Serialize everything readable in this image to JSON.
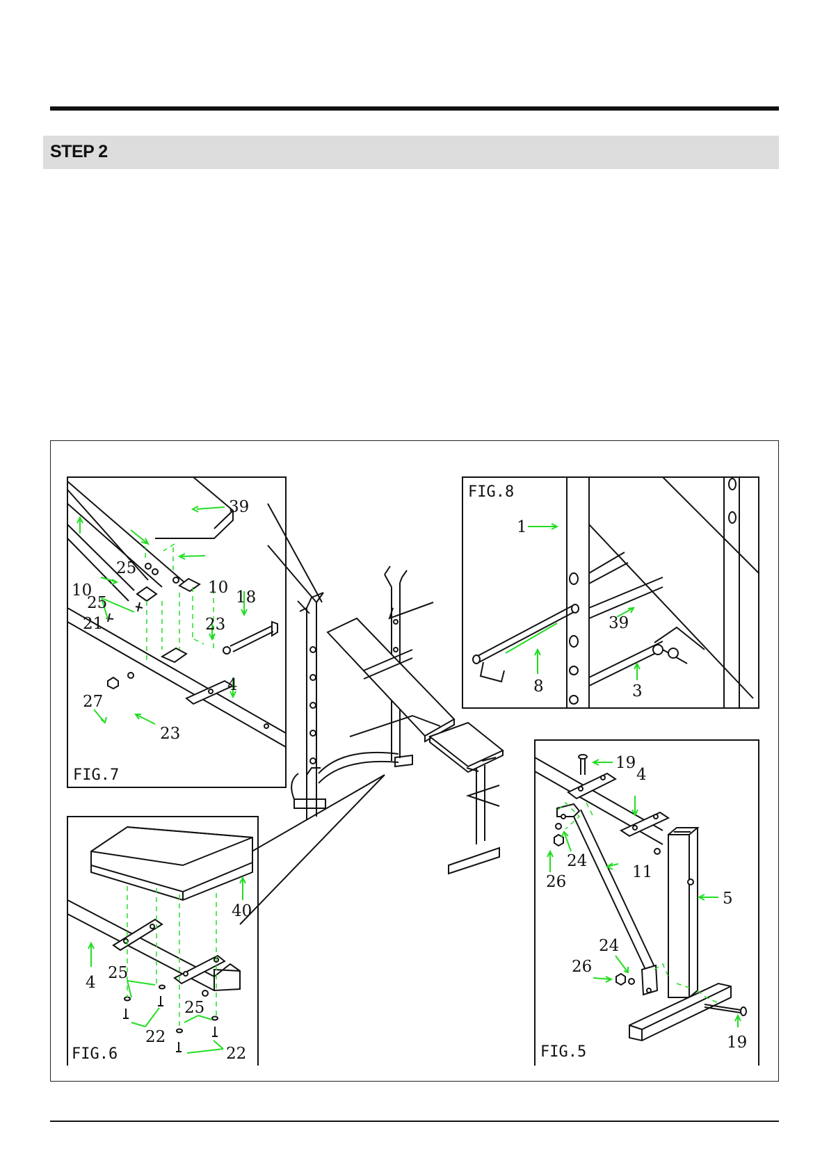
{
  "header": {
    "step_title": "STEP 2"
  },
  "figures": {
    "fig7": {
      "caption": "FIG.7",
      "labels": [
        "39",
        "10",
        "25",
        "10",
        "18",
        "25",
        "21",
        "23",
        "4",
        "27",
        "23"
      ]
    },
    "fig8": {
      "caption": "FIG.8",
      "labels": [
        "1",
        "39",
        "8",
        "3"
      ]
    },
    "fig6": {
      "caption": "FIG.6",
      "labels": [
        "40",
        "4",
        "25",
        "25",
        "22",
        "22"
      ]
    },
    "fig5": {
      "caption": "FIG.5",
      "labels": [
        "19",
        "4",
        "24",
        "26",
        "11",
        "5",
        "24",
        "26",
        "19"
      ]
    }
  },
  "colors": {
    "callout_green": "#22dd22",
    "line": "#111111",
    "step_bar": "#dddddd"
  }
}
